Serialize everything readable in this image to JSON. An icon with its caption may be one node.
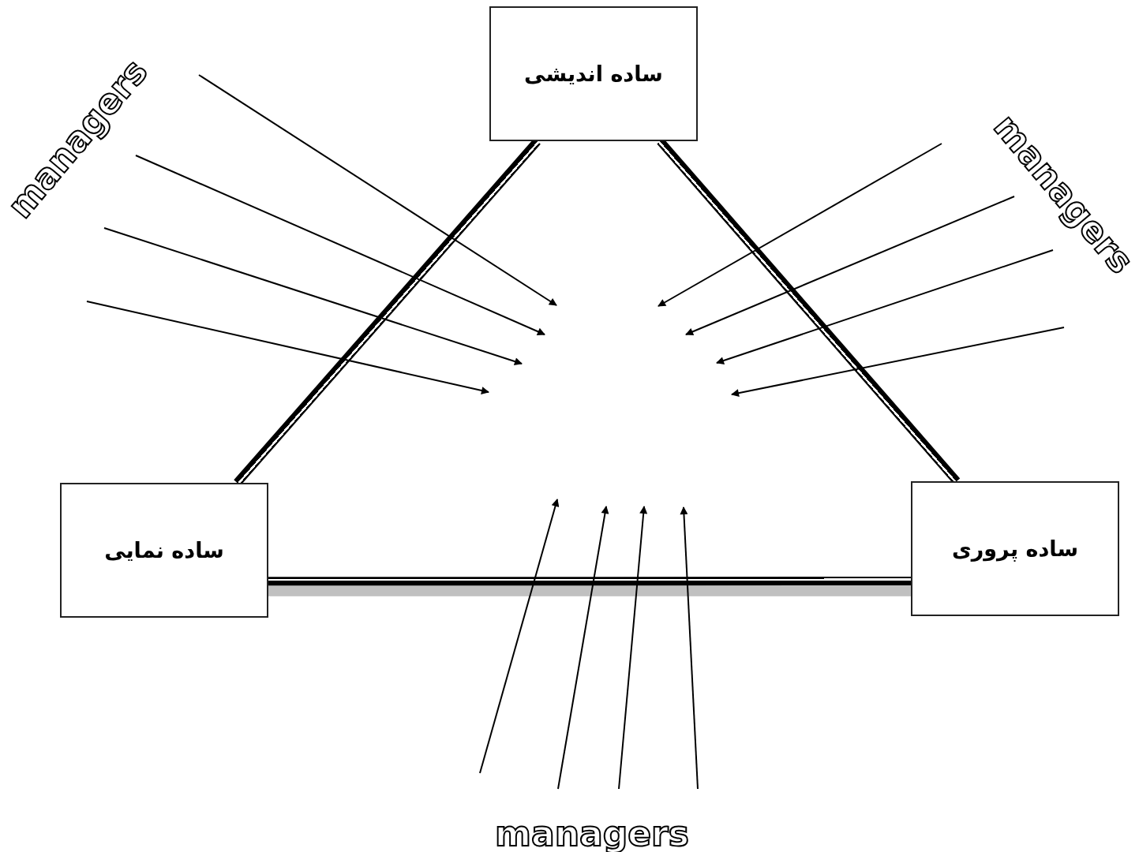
{
  "diagram": {
    "nodes": [
      {
        "text": [
          "ساده اندیشی"
        ]
      },
      {
        "text": [
          "ساده نمایی"
        ]
      },
      {
        "text": [
          "ساده پروری"
        ]
      }
    ],
    "edges": [
      {
        "from": 0,
        "to": 1,
        "arrow": "none",
        "style": "thick"
      },
      {
        "from": 0,
        "to": 2,
        "arrow": "none",
        "style": "thick"
      },
      {
        "from": 1,
        "to": 2,
        "arrow": "none",
        "style": "thick"
      }
    ],
    "labels": [
      "managers",
      "managers",
      "managers"
    ]
  }
}
